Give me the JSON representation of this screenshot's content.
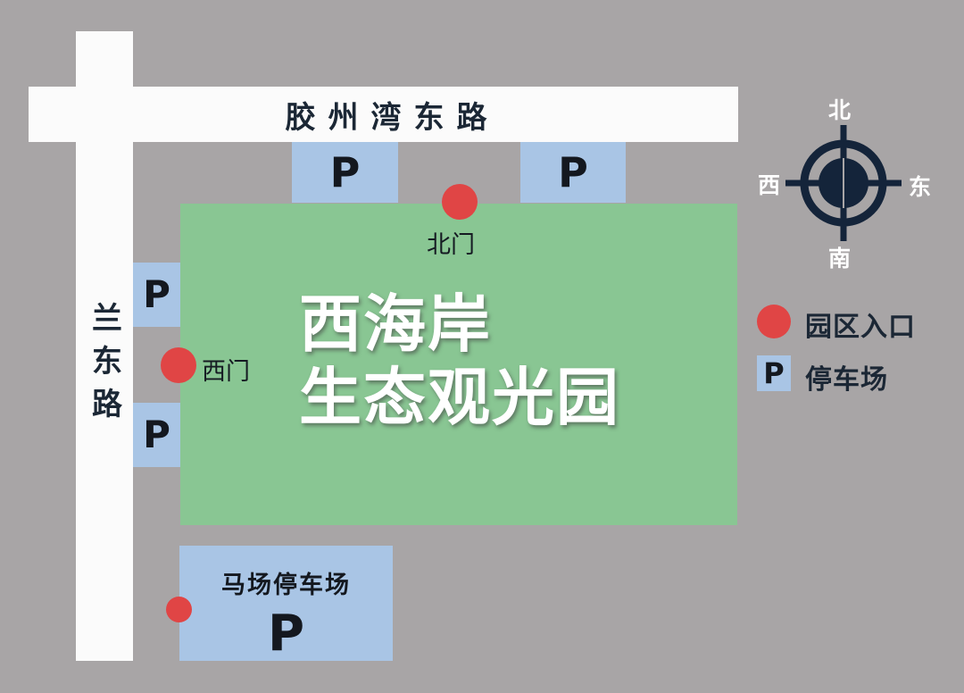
{
  "roads": {
    "north": "胶州湾东路",
    "west": "兰东路"
  },
  "park": {
    "name_line1": "西海岸",
    "name_line2": "生态观光园"
  },
  "entrances": {
    "north": "北门",
    "west": "西门"
  },
  "parking": {
    "symbol": "P",
    "horse_lot": "马场停车场"
  },
  "compass": {
    "north": "北",
    "south": "南",
    "west": "西",
    "east": "东"
  },
  "legend": {
    "entrance": "园区入口",
    "parking": "停车场"
  },
  "colors": {
    "background": "#a8a5a6",
    "road": "#fbfbfb",
    "park": "#89c693",
    "parking": "#a9c5e5",
    "entrance": "#e04545",
    "compass": "#14243a"
  }
}
